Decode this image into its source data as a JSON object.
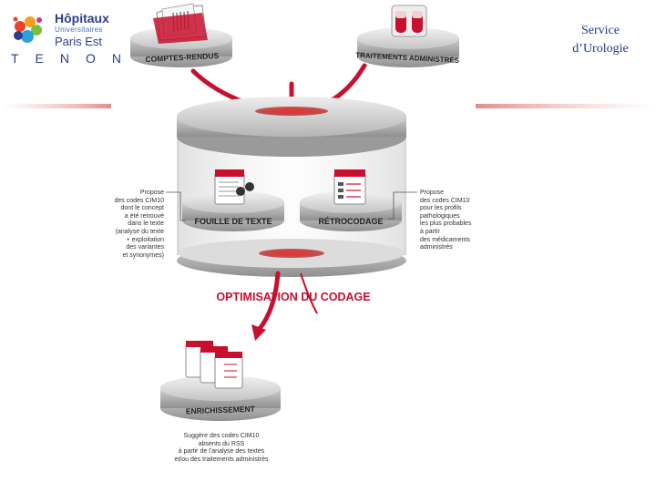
{
  "logo": {
    "line1": "Hôpitaux",
    "line2": "Universitaires",
    "line3": "Paris Est",
    "site": "TENON"
  },
  "service": {
    "line1": "Service",
    "line2": "d’Urologie"
  },
  "diagram": {
    "input_left": "COMPTES-RENDUS",
    "input_right": "TRAITEMENTS ADMINISTRÉS",
    "module_left": "FOUILLE DE TEXTE",
    "module_right": "RÉTROCODAGE",
    "main_title": "OPTIMISATION DU CODAGE",
    "output": "ENRICHISSEMENT",
    "note_left": [
      "Propose",
      "des codes CIM10",
      "dont le concept",
      "a été retrouvé",
      "dans le texte",
      "(analyse du texte",
      "+ exploitation",
      "des variantes",
      "et synonymes)"
    ],
    "note_right": [
      "Propose",
      "des codes CIM10",
      "pour les profils",
      "pathologiques",
      "les plus probables",
      "à partir",
      "des médicaments",
      "administrés"
    ],
    "note_bottom": [
      "Suggère des codes CIM10",
      "absents du RSS",
      "à partir de l’analyse des textes",
      "et/ou des traitements administrés"
    ]
  },
  "colors": {
    "brand_blue": "#2b3f8c",
    "accent_red": "#c8102e",
    "disc_grey": "#b9b9b9"
  }
}
